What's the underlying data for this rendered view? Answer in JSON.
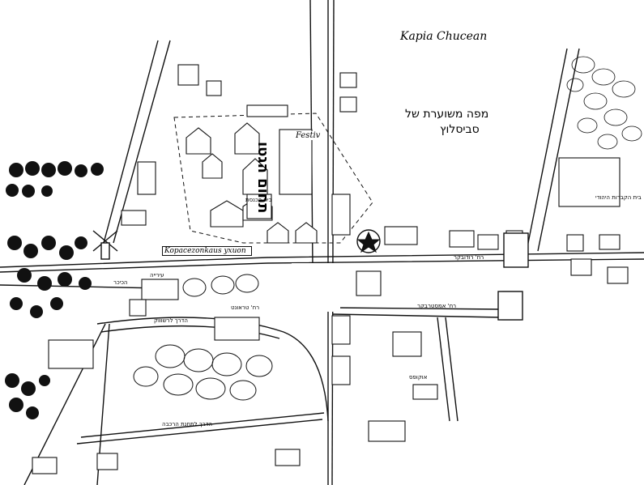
{
  "map": {
    "title_line1": "מפה משוערת של",
    "title_line2": "סביסלוץ",
    "ghetto_label": "תחום הגטו",
    "handwritten": {
      "top_right_note": "Kapia  Chucean",
      "festivals_note": "Festiv",
      "left_street_note": "Kopacezonkaus yxuon"
    },
    "street_labels": [
      "רח' רודובקר",
      "רח' אמסטרבקר",
      "הדרך לתחנת הרכבה",
      "הדרך לרשוווק",
      "רח' טראונט"
    ],
    "place_labels": [
      "בית הקברות היהודי",
      "אוקופס",
      "בית הכנסת",
      "הכיכר",
      "עירייה"
    ]
  },
  "colors": {
    "ink": "#111111",
    "paper": "#ffffff"
  }
}
